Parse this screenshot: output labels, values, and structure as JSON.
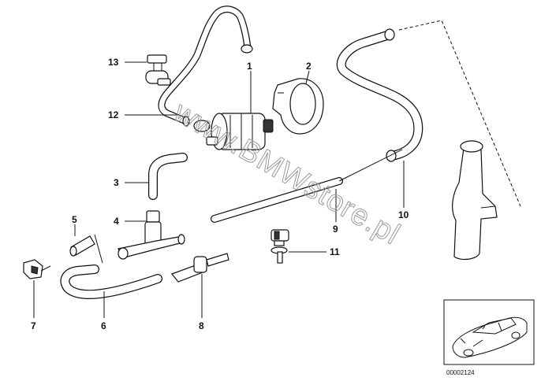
{
  "diagram": {
    "callouts": [
      "1",
      "2",
      "3",
      "4",
      "5",
      "6",
      "7",
      "8",
      "9",
      "10",
      "11",
      "12",
      "13"
    ],
    "watermark": "www.BMWstore.pl",
    "part_number": "00002124"
  }
}
